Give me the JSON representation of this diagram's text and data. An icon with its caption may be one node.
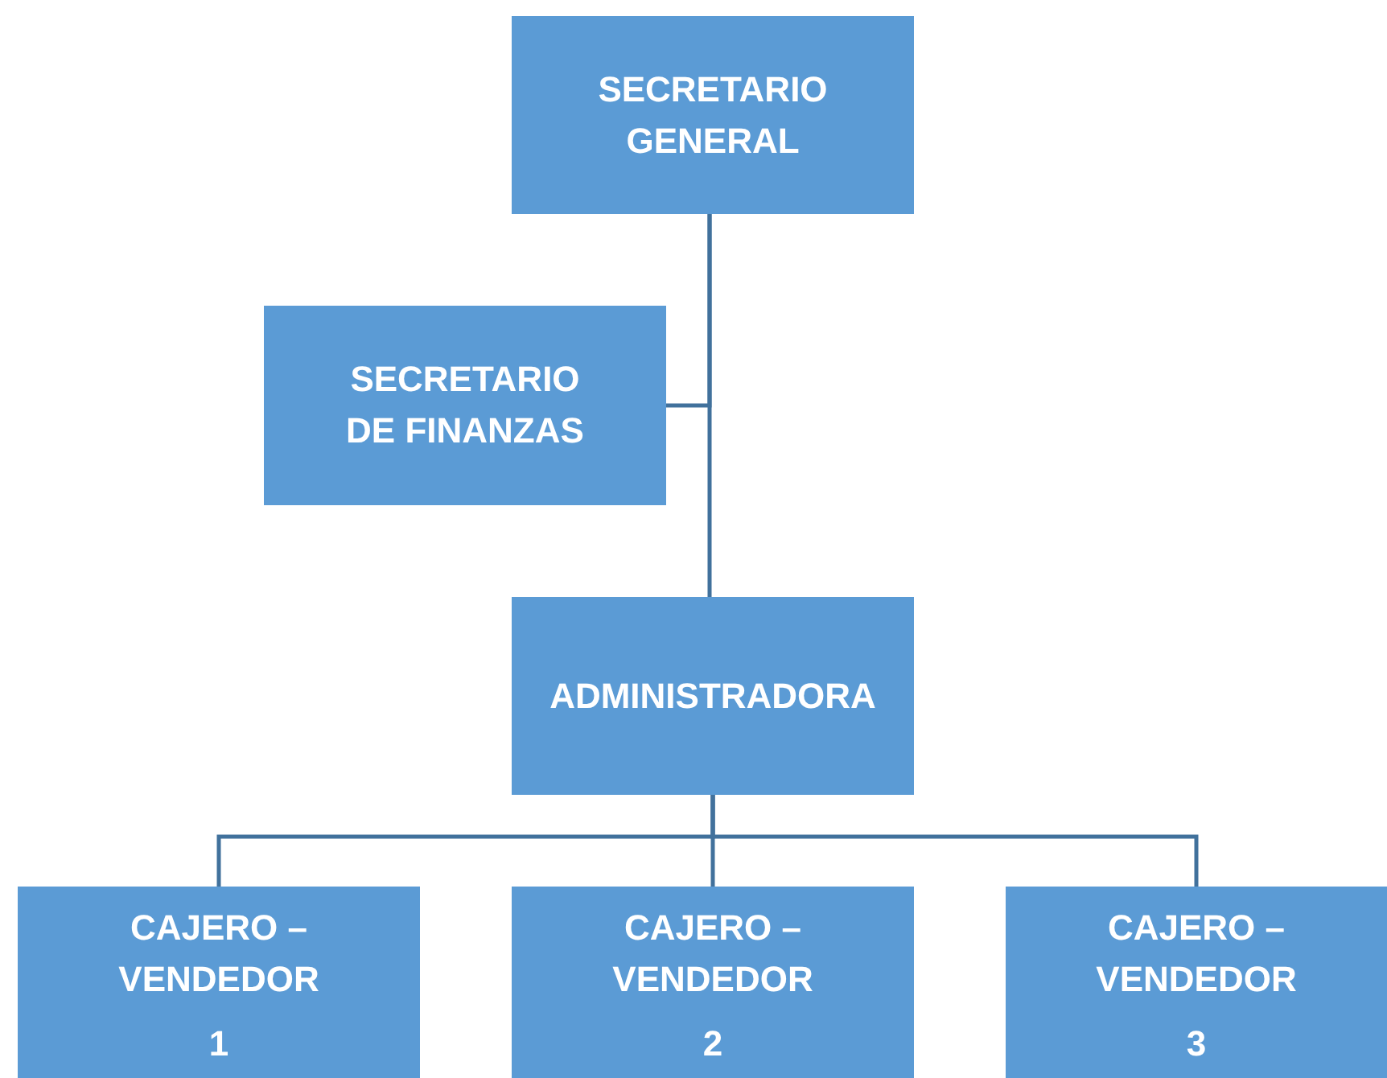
{
  "diagram": {
    "nodes": [
      {
        "text": [
          "SECRETARIO GENERAL"
        ]
      },
      {
        "text": [
          "SECRETARIO DE FINANZAS"
        ]
      },
      {
        "text": [
          "ADMINISTRADORA"
        ]
      },
      {
        "text": [
          "CAJERO – VENDEDOR",
          "1"
        ]
      },
      {
        "text": [
          "CAJERO – VENDEDOR",
          "2"
        ]
      },
      {
        "text": [
          "CAJERO – VENDEDOR",
          "3"
        ]
      }
    ],
    "edges": [
      {
        "from": 0,
        "to": 1,
        "arrow": "none"
      },
      {
        "from": 0,
        "to": 2,
        "arrow": "none"
      },
      {
        "from": 2,
        "to": 3,
        "arrow": "none"
      },
      {
        "from": 2,
        "to": 4,
        "arrow": "none"
      },
      {
        "from": 2,
        "to": 5,
        "arrow": "none"
      }
    ]
  }
}
